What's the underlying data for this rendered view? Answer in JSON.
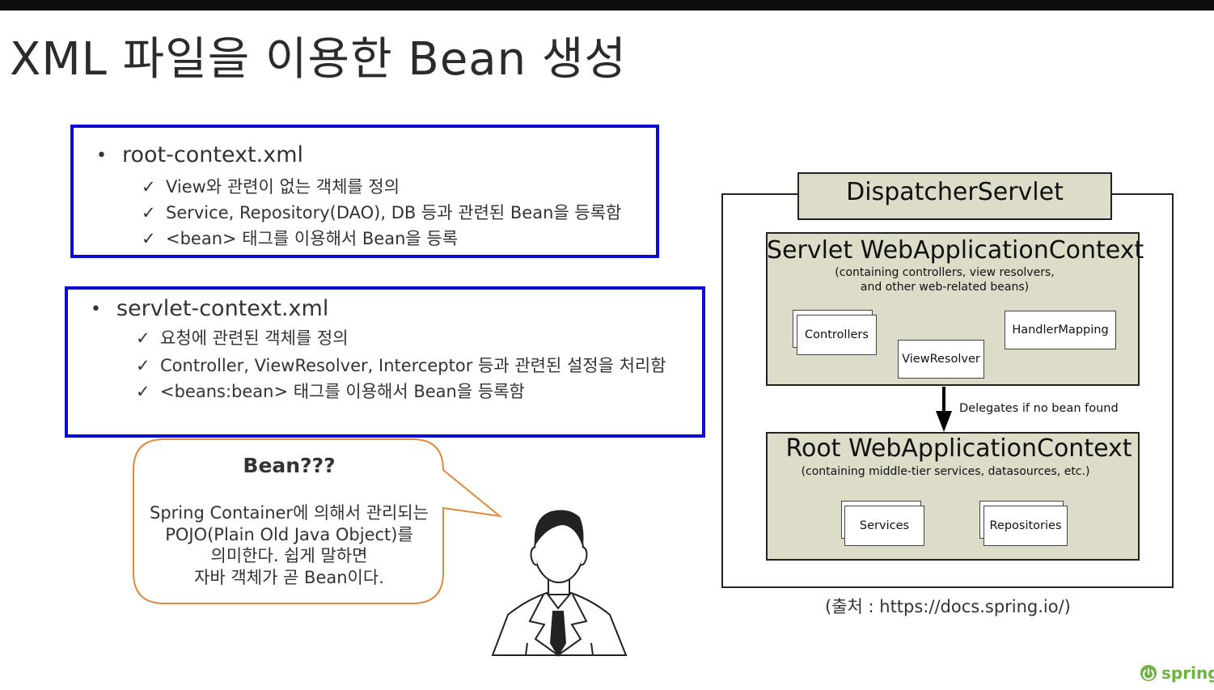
{
  "title": "XML 파일을 이용한 Bean 생성",
  "root_context": {
    "heading": "root-context.xml",
    "items": [
      "View와 관련이 없는 객체를 정의",
      "Service, Repository(DAO), DB 등과 관련된 Bean을 등록함",
      "<bean> 태그를 이용해서 Bean을 등록"
    ]
  },
  "servlet_context": {
    "heading": "servlet-context.xml",
    "items": [
      "요청에 관련된 객체를 정의",
      "Controller, ViewResolver, Interceptor 등과 관련된 설정을 처리함",
      "<beans:bean> 태그를 이용해서 Bean을 등록함"
    ]
  },
  "bullet_symbol": "•",
  "check_symbol": "✓",
  "bubble": {
    "title": "Bean???",
    "lines": [
      "Spring Container에 의해서 관리되는",
      "POJO(Plain Old Java Object)를",
      "의미한다. 쉽게 말하면",
      "자바 객체가 곧 Bean이다."
    ]
  },
  "diagram": {
    "dispatcher": "DispatcherServlet",
    "servlet_ctx": {
      "title": "Servlet WebApplicationContext",
      "subtitle_1": "(containing controllers, view resolvers,",
      "subtitle_2": "and other web-related beans)",
      "controllers": "Controllers",
      "view_resolver": "ViewResolver",
      "handler_mapping": "HandlerMapping"
    },
    "delegates": "Delegates if no bean found",
    "root_ctx": {
      "title": "Root WebApplicationContext",
      "subtitle": "(containing middle-tier services, datasources, etc.)",
      "services": "Services",
      "repositories": "Repositories"
    }
  },
  "source": "(출처 : https://docs.spring.io/)",
  "logo_text": "spring",
  "colors": {
    "box_border": "#0b0bd6",
    "bubble_border": "#e08a3c",
    "context_fill": "#dcdcc8",
    "logo_green": "#6db33f"
  }
}
